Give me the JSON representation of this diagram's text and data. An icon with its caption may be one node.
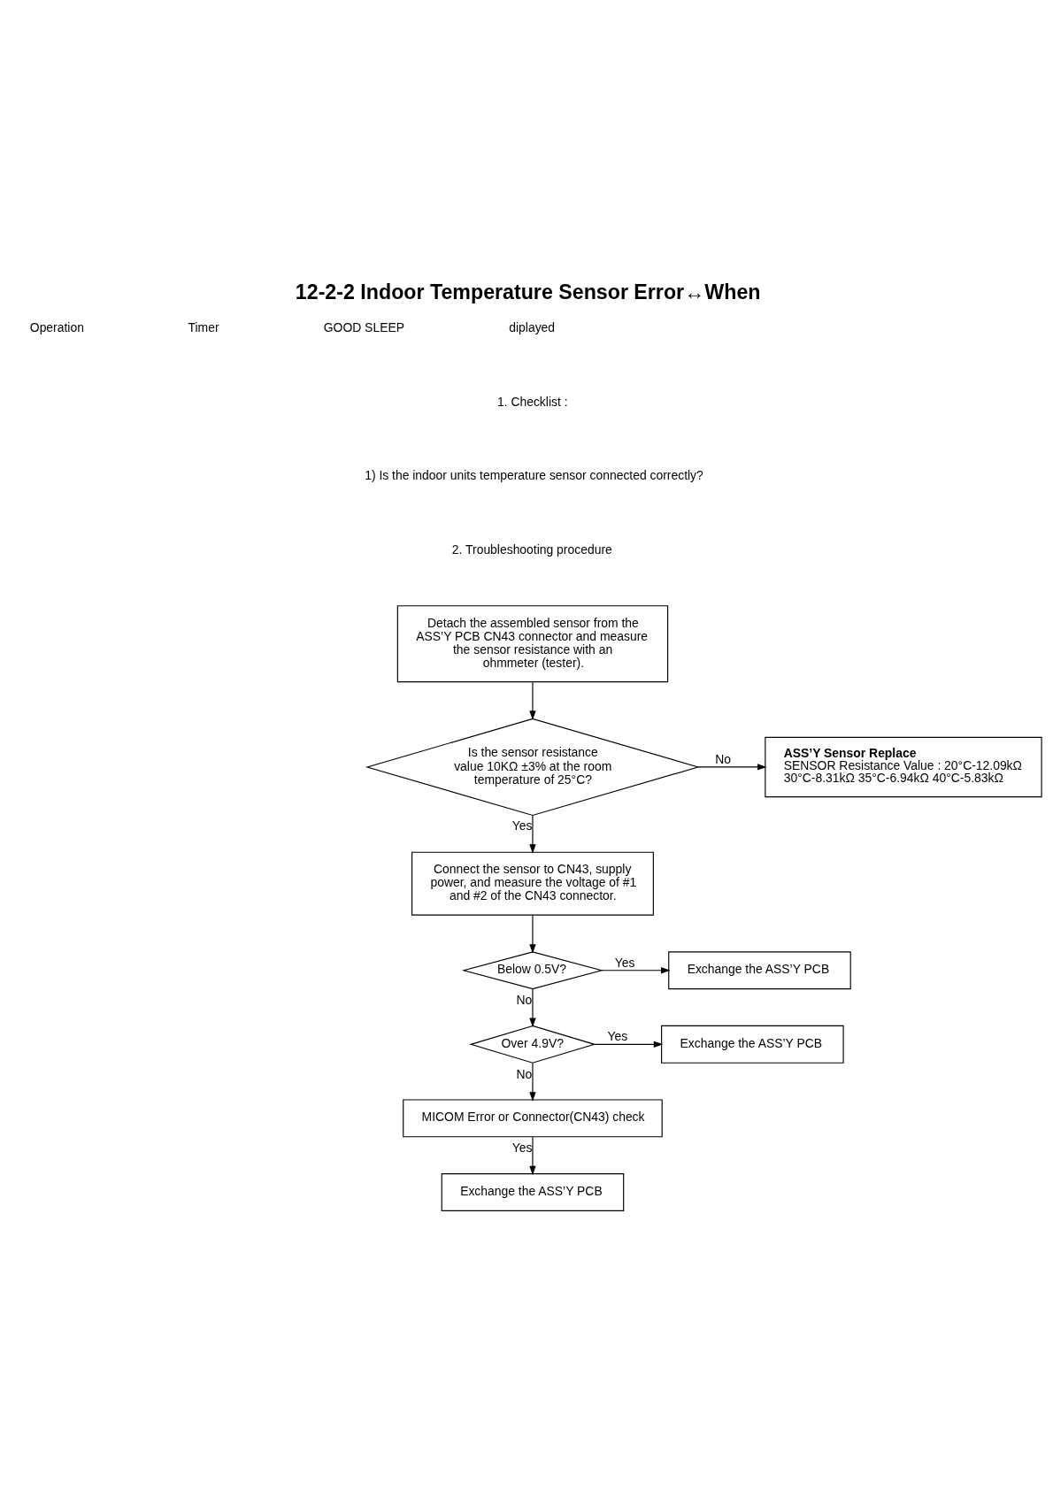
{
  "diagram": {
    "title": "12-2-2 Indoor Temperature Sensor Error↔When",
    "nodes": [
      {
        "text": [
          "Detach the assembled sensor from the ASS’Y PCB CN43 connector and measure the sensor resistance with an ohmmeter (tester)."
        ]
      },
      {
        "text": [
          "Is the sensor resistance value 10KΩ ±3% at the room temperature of 25°C?"
        ]
      },
      {
        "text": [
          "ASS’Y Sensor Replace",
          "SENSOR Resistance Value : 20°C-12.09kΩ 30°C-8.31kΩ 35°C-6.94kΩ 40°C-5.83kΩ"
        ]
      },
      {
        "text": [
          "Connect the sensor to CN43, supply power, and measure the voltage of #1 and #2 of the CN43 connector."
        ]
      },
      {
        "text": [
          "Below 0.5V?"
        ]
      },
      {
        "text": [
          "Exchange the ASS’Y PCB"
        ]
      },
      {
        "text": [
          "Over 4.9V?"
        ]
      },
      {
        "text": [
          "Exchange the ASS’Y PCB"
        ]
      },
      {
        "text": [
          "MICOM Error or Connector(CN43) check"
        ]
      },
      {
        "text": [
          "Exchange the ASS’Y PCB"
        ]
      }
    ],
    "edges": [
      {
        "from": 0,
        "to": 1,
        "arrow": "to"
      },
      {
        "from": 1,
        "to": 2,
        "arrow": "to",
        "label": "No"
      },
      {
        "from": 1,
        "to": 3,
        "arrow": "to",
        "label": "Yes"
      },
      {
        "from": 3,
        "to": 4,
        "arrow": "to"
      },
      {
        "from": 4,
        "to": 5,
        "arrow": "to",
        "label": "Yes"
      },
      {
        "from": 4,
        "to": 6,
        "arrow": "to",
        "label": "No"
      },
      {
        "from": 6,
        "to": 7,
        "arrow": "to",
        "label": "Yes"
      },
      {
        "from": 6,
        "to": 8,
        "arrow": "to",
        "label": "No"
      },
      {
        "from": 8,
        "to": 9,
        "arrow": "to",
        "label": "Yes"
      }
    ],
    "labels": [
      "Operation",
      "Timer",
      "GOOD SLEEP",
      "diplayed",
      "1. Checklist :",
      "1) Is the indoor units temperature sensor connected correctly?",
      "2. Troubleshooting procedure"
    ]
  }
}
